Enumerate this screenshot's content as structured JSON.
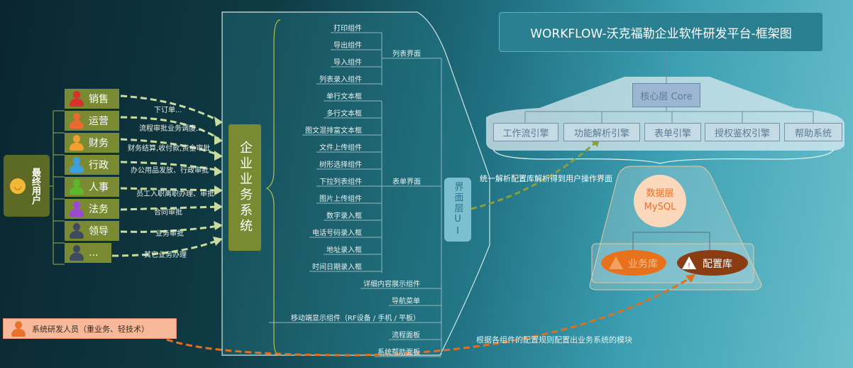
{
  "title": "WORKFLOW-沃克福勒企业软件研发平台-框架图",
  "end_user": {
    "label": "最终用户",
    "icon": "smiley-face-icon"
  },
  "roles": [
    {
      "label": "销售",
      "color": "#d8302a",
      "action": "下订单..."
    },
    {
      "label": "运营",
      "color": "#e86a30",
      "action": "流程审批业务调度..."
    },
    {
      "label": "财务",
      "color": "#f0a030",
      "action": "财务结算,收付款,资金审批"
    },
    {
      "label": "行政",
      "color": "#3aa0e0",
      "action": "办公用品发放、行政审批"
    },
    {
      "label": "人事",
      "color": "#5ab82a",
      "action": "员工入职离职办理、审批"
    },
    {
      "label": "法务",
      "color": "#9a4ad0",
      "action": "合同审批"
    },
    {
      "label": "领导",
      "color": "#3e4a5e",
      "action": "业务审批"
    },
    {
      "label": "...",
      "color": "#3e4a5e",
      "action": "其它业务办理"
    }
  ],
  "enterprise_system": "企业业务系统",
  "list_ui": {
    "label": "列表界面",
    "items": [
      "打印组件",
      "导出组件",
      "导入组件",
      "列表录入组件"
    ]
  },
  "form_ui": {
    "label": "表单界面",
    "items": [
      "单行文本框",
      "多行文本框",
      "图文混排富文本框",
      "文件上传组件",
      "树形选择组件",
      "下拉列表组件",
      "图片上传组件",
      "数字录入框",
      "电话号码录入框",
      "地址录入框",
      "时间日期录入框"
    ]
  },
  "other_components": [
    "详细内容展示组件",
    "导航菜单",
    "移动端显示组件（RF设备 / 手机 / 平板）",
    "流程面板",
    "系统帮助面板"
  ],
  "ui_layer": "界面层UI",
  "core": {
    "label": "核心层 Core",
    "engines": [
      "工作流引擎",
      "功能解析引擎",
      "表单引擎",
      "授权鉴权引擎",
      "帮助系统"
    ]
  },
  "data_layer": {
    "label_line1": "数据层",
    "label_line2": "MySQL",
    "dbs": [
      "业务库",
      "配置库"
    ]
  },
  "annotations": {
    "parse": "统一解析配置库解析得到用户操作界面",
    "config": "根据各组件的配置规则配置出业务系统的模块"
  },
  "developer": "系统研发人员（重业务、轻技术）"
}
